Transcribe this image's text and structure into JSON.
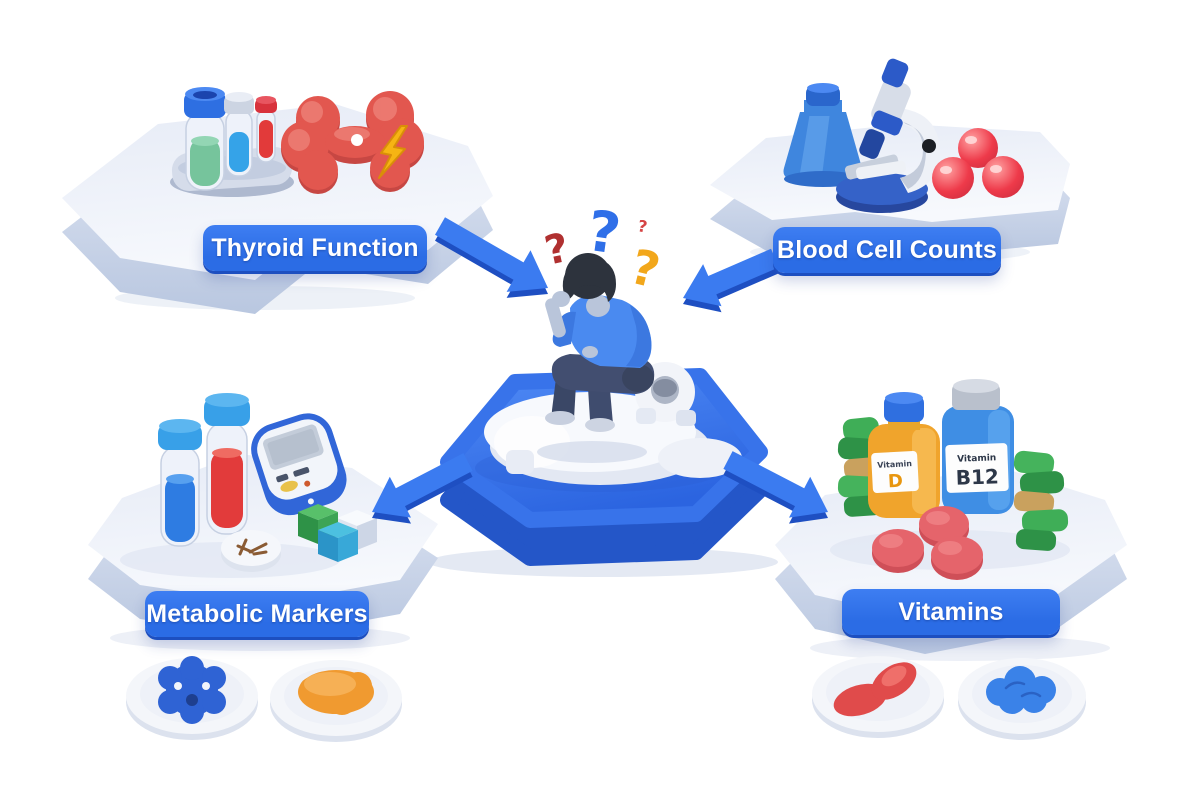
{
  "colors": {
    "accent": "#2b6ce5",
    "accent-dark": "#1d4fc0",
    "arrow": "#3b7bf0",
    "platform-top": "#eff3fa",
    "platform-side": "#c9d4ea",
    "hex-top": "#3572ec",
    "hex-side": "#2456c8",
    "thyroid-red": "#e2574f",
    "blood-cell-red": "#ee3a4a",
    "vitamin-d-orange": "#f0a42c",
    "vitamin-b12-blue": "#3f8ee4"
  },
  "nodes": [
    {
      "label": "Thyroid Function"
    },
    {
      "label": "Blood Cell Counts"
    },
    {
      "label": "Metabolic Markers"
    },
    {
      "label": "Vitamins"
    }
  ],
  "center": {
    "question_marks": [
      "?",
      "?",
      "?",
      "?"
    ]
  },
  "bottles": {
    "vitamin_d": {
      "brand": "Vitamin",
      "name": "D"
    },
    "vitamin_b12": {
      "brand": "Vitamin",
      "name": "B12"
    }
  }
}
